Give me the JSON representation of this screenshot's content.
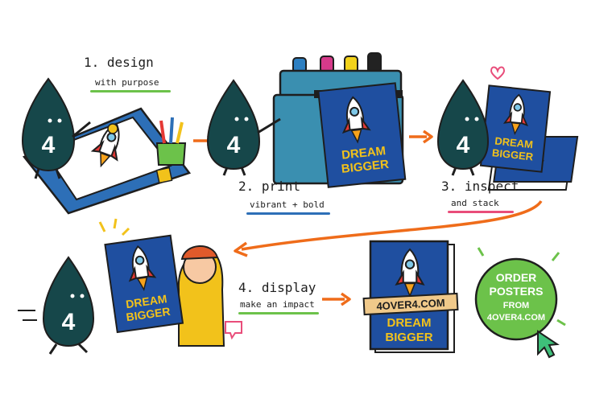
{
  "steps": [
    {
      "number": "1.",
      "title": "design",
      "subtitle": "with purpose",
      "underline_color": "#6cc24a"
    },
    {
      "number": "2.",
      "title": "print",
      "subtitle": "vibrant + bold",
      "underline_color": "#2d6fb7"
    },
    {
      "number": "3.",
      "title": "inspect",
      "subtitle": "and stack",
      "underline_color": "#e94d7a"
    },
    {
      "number": "4.",
      "title": "display",
      "subtitle": "make an impact",
      "underline_color": "#6cc24a"
    }
  ],
  "mascot": {
    "label": "4",
    "color": "#16474a"
  },
  "poster": {
    "line1": "DREAM",
    "line2": "BIGGER",
    "bg": "#1f4fa0",
    "text_color": "#f2c21b"
  },
  "banner": {
    "text": "4OVER4.COM"
  },
  "cta": {
    "line1": "ORDER",
    "line2": "POSTERS",
    "line3": "FROM",
    "line4": "4OVER4.COM",
    "bg": "#6cc24a"
  },
  "ink_cap_colors": [
    "#2d7fc1",
    "#d63a8a",
    "#f2d21b",
    "#222222"
  ],
  "colors": {
    "arrow": "#ef6c1a",
    "printer": "#3a8fb0",
    "outline": "#1e1e1e"
  }
}
